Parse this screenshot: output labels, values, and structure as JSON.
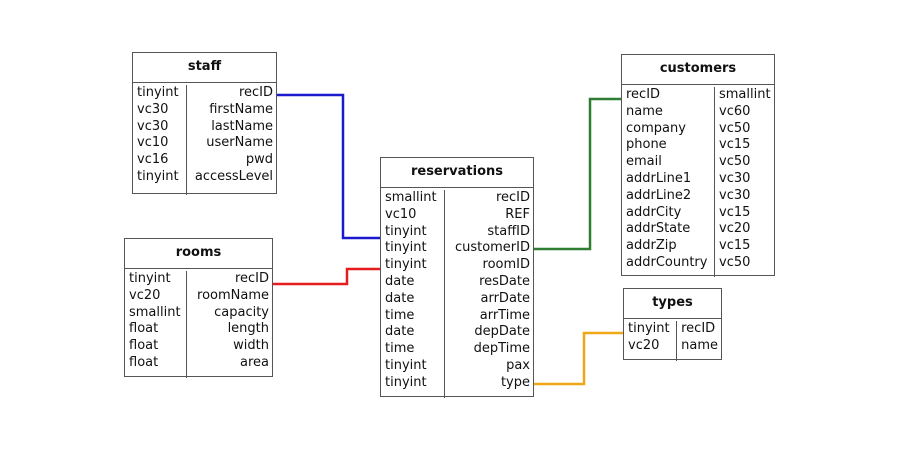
{
  "tables": {
    "staff": {
      "title": "staff",
      "types": [
        "tinyint",
        "vc30",
        "vc30",
        "vc10",
        "vc16",
        "tinyint"
      ],
      "fields": [
        "recID",
        "firstName",
        "lastName",
        "userName",
        "pwd",
        "accessLevel"
      ]
    },
    "rooms": {
      "title": "rooms",
      "types": [
        "tinyint",
        "vc20",
        "smallint",
        "float",
        "float",
        "float"
      ],
      "fields": [
        "recID",
        "roomName",
        "capacity",
        "length",
        "width",
        "area"
      ]
    },
    "reservations": {
      "title": "reservations",
      "types": [
        "smallint",
        "vc10",
        "tinyint",
        "tinyint",
        "tinyint",
        "date",
        "date",
        "time",
        "date",
        "time",
        "tinyint",
        "tinyint"
      ],
      "fields": [
        "recID",
        "REF",
        "staffID",
        "customerID",
        "roomID",
        "resDate",
        "arrDate",
        "arrTime",
        "depDate",
        "depTime",
        "pax",
        "type"
      ]
    },
    "customers": {
      "title": "customers",
      "fields": [
        "recID",
        "name",
        "company",
        "phone",
        "email",
        "addrLine1",
        "addrLine2",
        "addrCity",
        "addrState",
        "addrZip",
        "addrCountry"
      ],
      "types": [
        "smallint",
        "vc60",
        "vc50",
        "vc15",
        "vc50",
        "vc30",
        "vc30",
        "vc15",
        "vc20",
        "vc15",
        "vc50"
      ]
    },
    "types": {
      "title": "types",
      "types": [
        "tinyint",
        "vc20"
      ],
      "fields": [
        "recID",
        "name"
      ]
    }
  },
  "relations": [
    {
      "from": "staff.recID",
      "to": "reservations.staffID",
      "color": "#1a1acc"
    },
    {
      "from": "rooms.recID",
      "to": "reservations.roomID",
      "color": "#e61c1c"
    },
    {
      "from": "customers.recID",
      "to": "reservations.customerID",
      "color": "#2e7d32"
    },
    {
      "from": "types.recID",
      "to": "reservations.type",
      "color": "#f0a818"
    }
  ]
}
